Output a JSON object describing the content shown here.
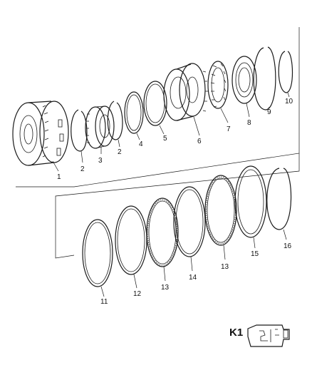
{
  "callouts": {
    "c1": "1",
    "c2a": "2",
    "c3": "3",
    "c2b": "2",
    "c4": "4",
    "c5": "5",
    "c6": "6",
    "c7": "7",
    "c8": "8",
    "c9": "9",
    "c10": "10",
    "c11": "11",
    "c12": "12",
    "c13a": "13",
    "c14": "14",
    "c13b": "13",
    "c15": "15",
    "c16": "16"
  },
  "key": {
    "label": "K1"
  }
}
